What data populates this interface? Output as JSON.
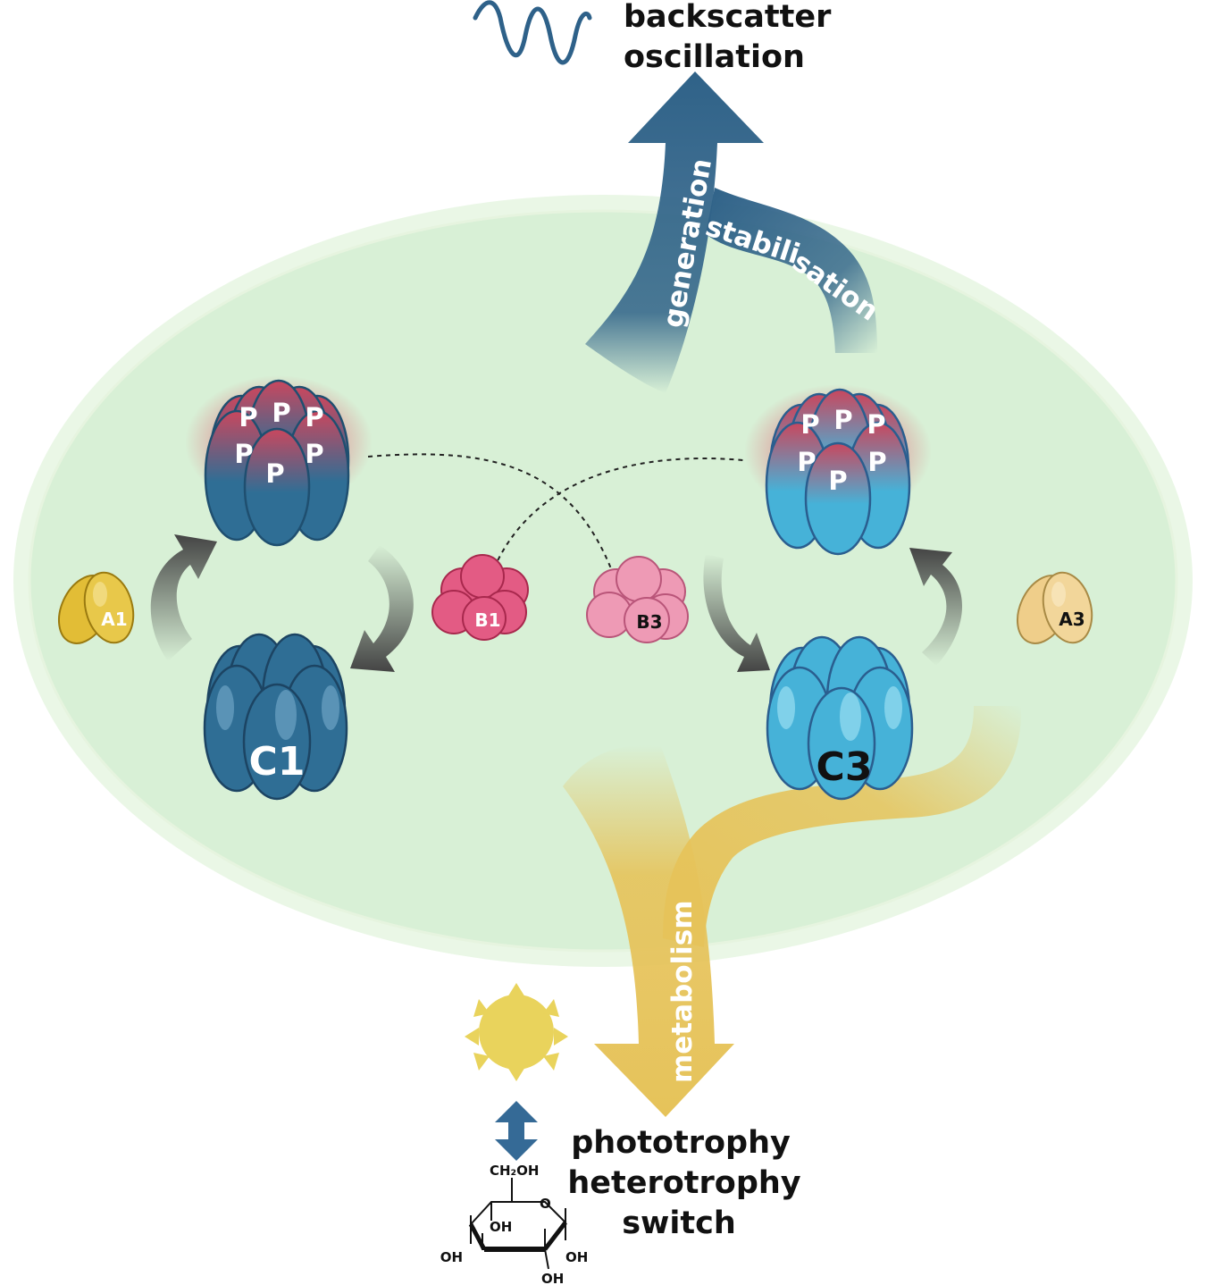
{
  "output": {
    "line1": "backscatter",
    "line2": "oscillation"
  },
  "flows": {
    "generation": "generation",
    "stabilisation_part1": "stabili",
    "stabilisation_part2": "sation",
    "metabolism": "metabolism"
  },
  "phosphate_label": "P",
  "complexes": {
    "c1": "C1",
    "c3": "C3",
    "a1": "A1",
    "a3": "A3",
    "b1": "B1",
    "b3": "B3"
  },
  "switch": {
    "line1": "phototrophy",
    "line2": "heterotrophy",
    "line3": "switch"
  },
  "glucose": {
    "ch2oh": "CH₂OH",
    "ring_o": "O",
    "oh": "OH"
  },
  "colors": {
    "cell": "#d8f0d6",
    "dark_blue": "#2f6e95",
    "light_blue": "#46b2d8",
    "pink": "#e35b84",
    "light_pink": "#ee9ab5",
    "yellow": "#e7c14f",
    "arrow_blue": "#2f6288"
  }
}
